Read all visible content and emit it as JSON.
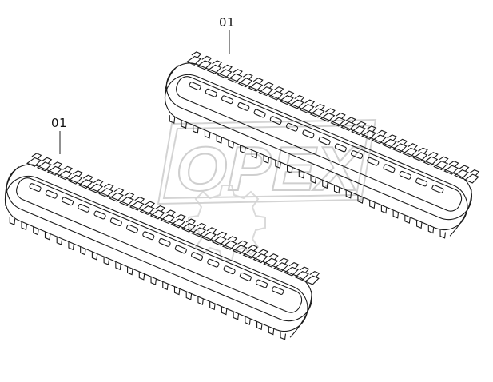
{
  "callouts": [
    {
      "id": "track-upper",
      "label": "01"
    },
    {
      "id": "track-lower",
      "label": "01"
    }
  ],
  "watermark": {
    "text": "OPEX",
    "color": "#b8b8b8"
  },
  "line_color": "#1a1a1a",
  "icons": [
    "rubber-track",
    "gear-watermark"
  ]
}
